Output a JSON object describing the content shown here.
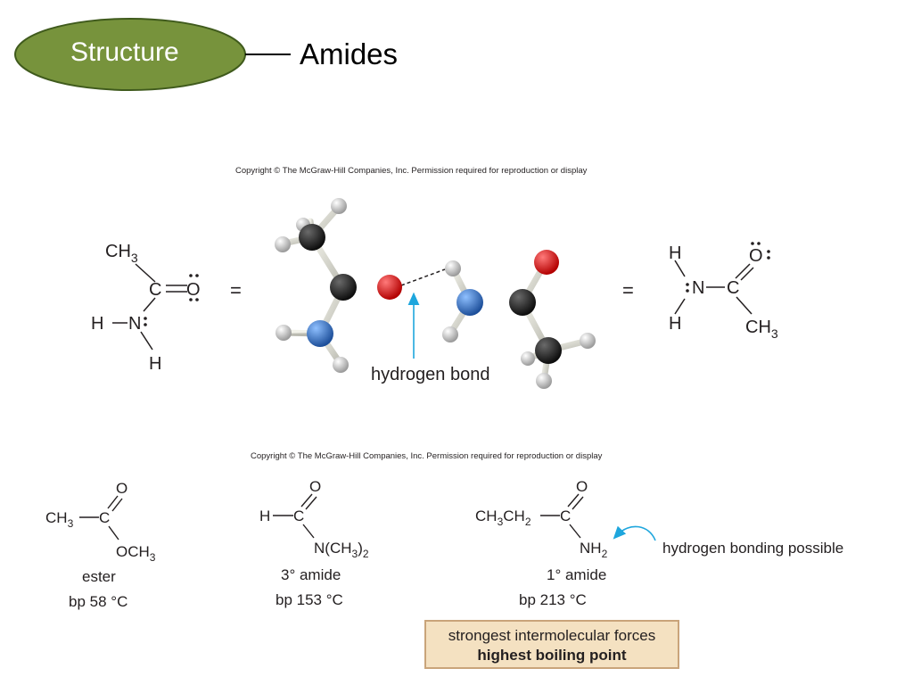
{
  "header": {
    "section_label": "Structure",
    "title": "Amides"
  },
  "top_figure": {
    "copyright": "Copyright © The McGraw-Hill Companies, Inc. Permission required for reproduction or display",
    "left_struct": {
      "ch3": "CH",
      "sub3": "3",
      "c": "C",
      "o": "O",
      "h": "H",
      "n": "N",
      "h_bottom": "H"
    },
    "equals": "=",
    "hbond_label": "hydrogen bond",
    "right_struct": {
      "h_top": "H",
      "n": "N",
      "c": "C",
      "o": "O",
      "h_bottom": "H",
      "ch3": "CH",
      "sub3": "3"
    }
  },
  "bottom_figure": {
    "copyright": "Copyright © The McGraw-Hill Companies, Inc. Permission required for reproduction or display",
    "ester": {
      "o": "O",
      "ch3": "CH",
      "sub3": "3",
      "c": "C",
      "och3": "OCH",
      "och3_sub": "3",
      "name": "ester",
      "bp": "bp 58 °C"
    },
    "amide3": {
      "o": "O",
      "h": "H",
      "c": "C",
      "n": "N(CH",
      "sub3": "3",
      "close": ")",
      "sub2": "2",
      "name": "3° amide",
      "bp": "bp 153 °C"
    },
    "amide1": {
      "o": "O",
      "ch3": "CH",
      "sub3": "3",
      "ch2": "CH",
      "sub2": "2",
      "c": "C",
      "nh": "NH",
      "nh_sub": "2",
      "name": "1° amide",
      "bp": "bp 213 °C"
    },
    "hbond_possible": "hydrogen bonding possible",
    "callout_line1": "strongest intermolecular forces",
    "callout_line2": "highest boiling point"
  },
  "colors": {
    "pill_fill": "#77933c",
    "pill_border": "#3f5a1c",
    "arrow": "#1ea6dd",
    "oxygen": "#e31e24",
    "nitrogen": "#3a78c2",
    "carbon": "#231f20",
    "hydrogen": "#d9d9d9",
    "callout_fill": "#f4e1c1"
  }
}
